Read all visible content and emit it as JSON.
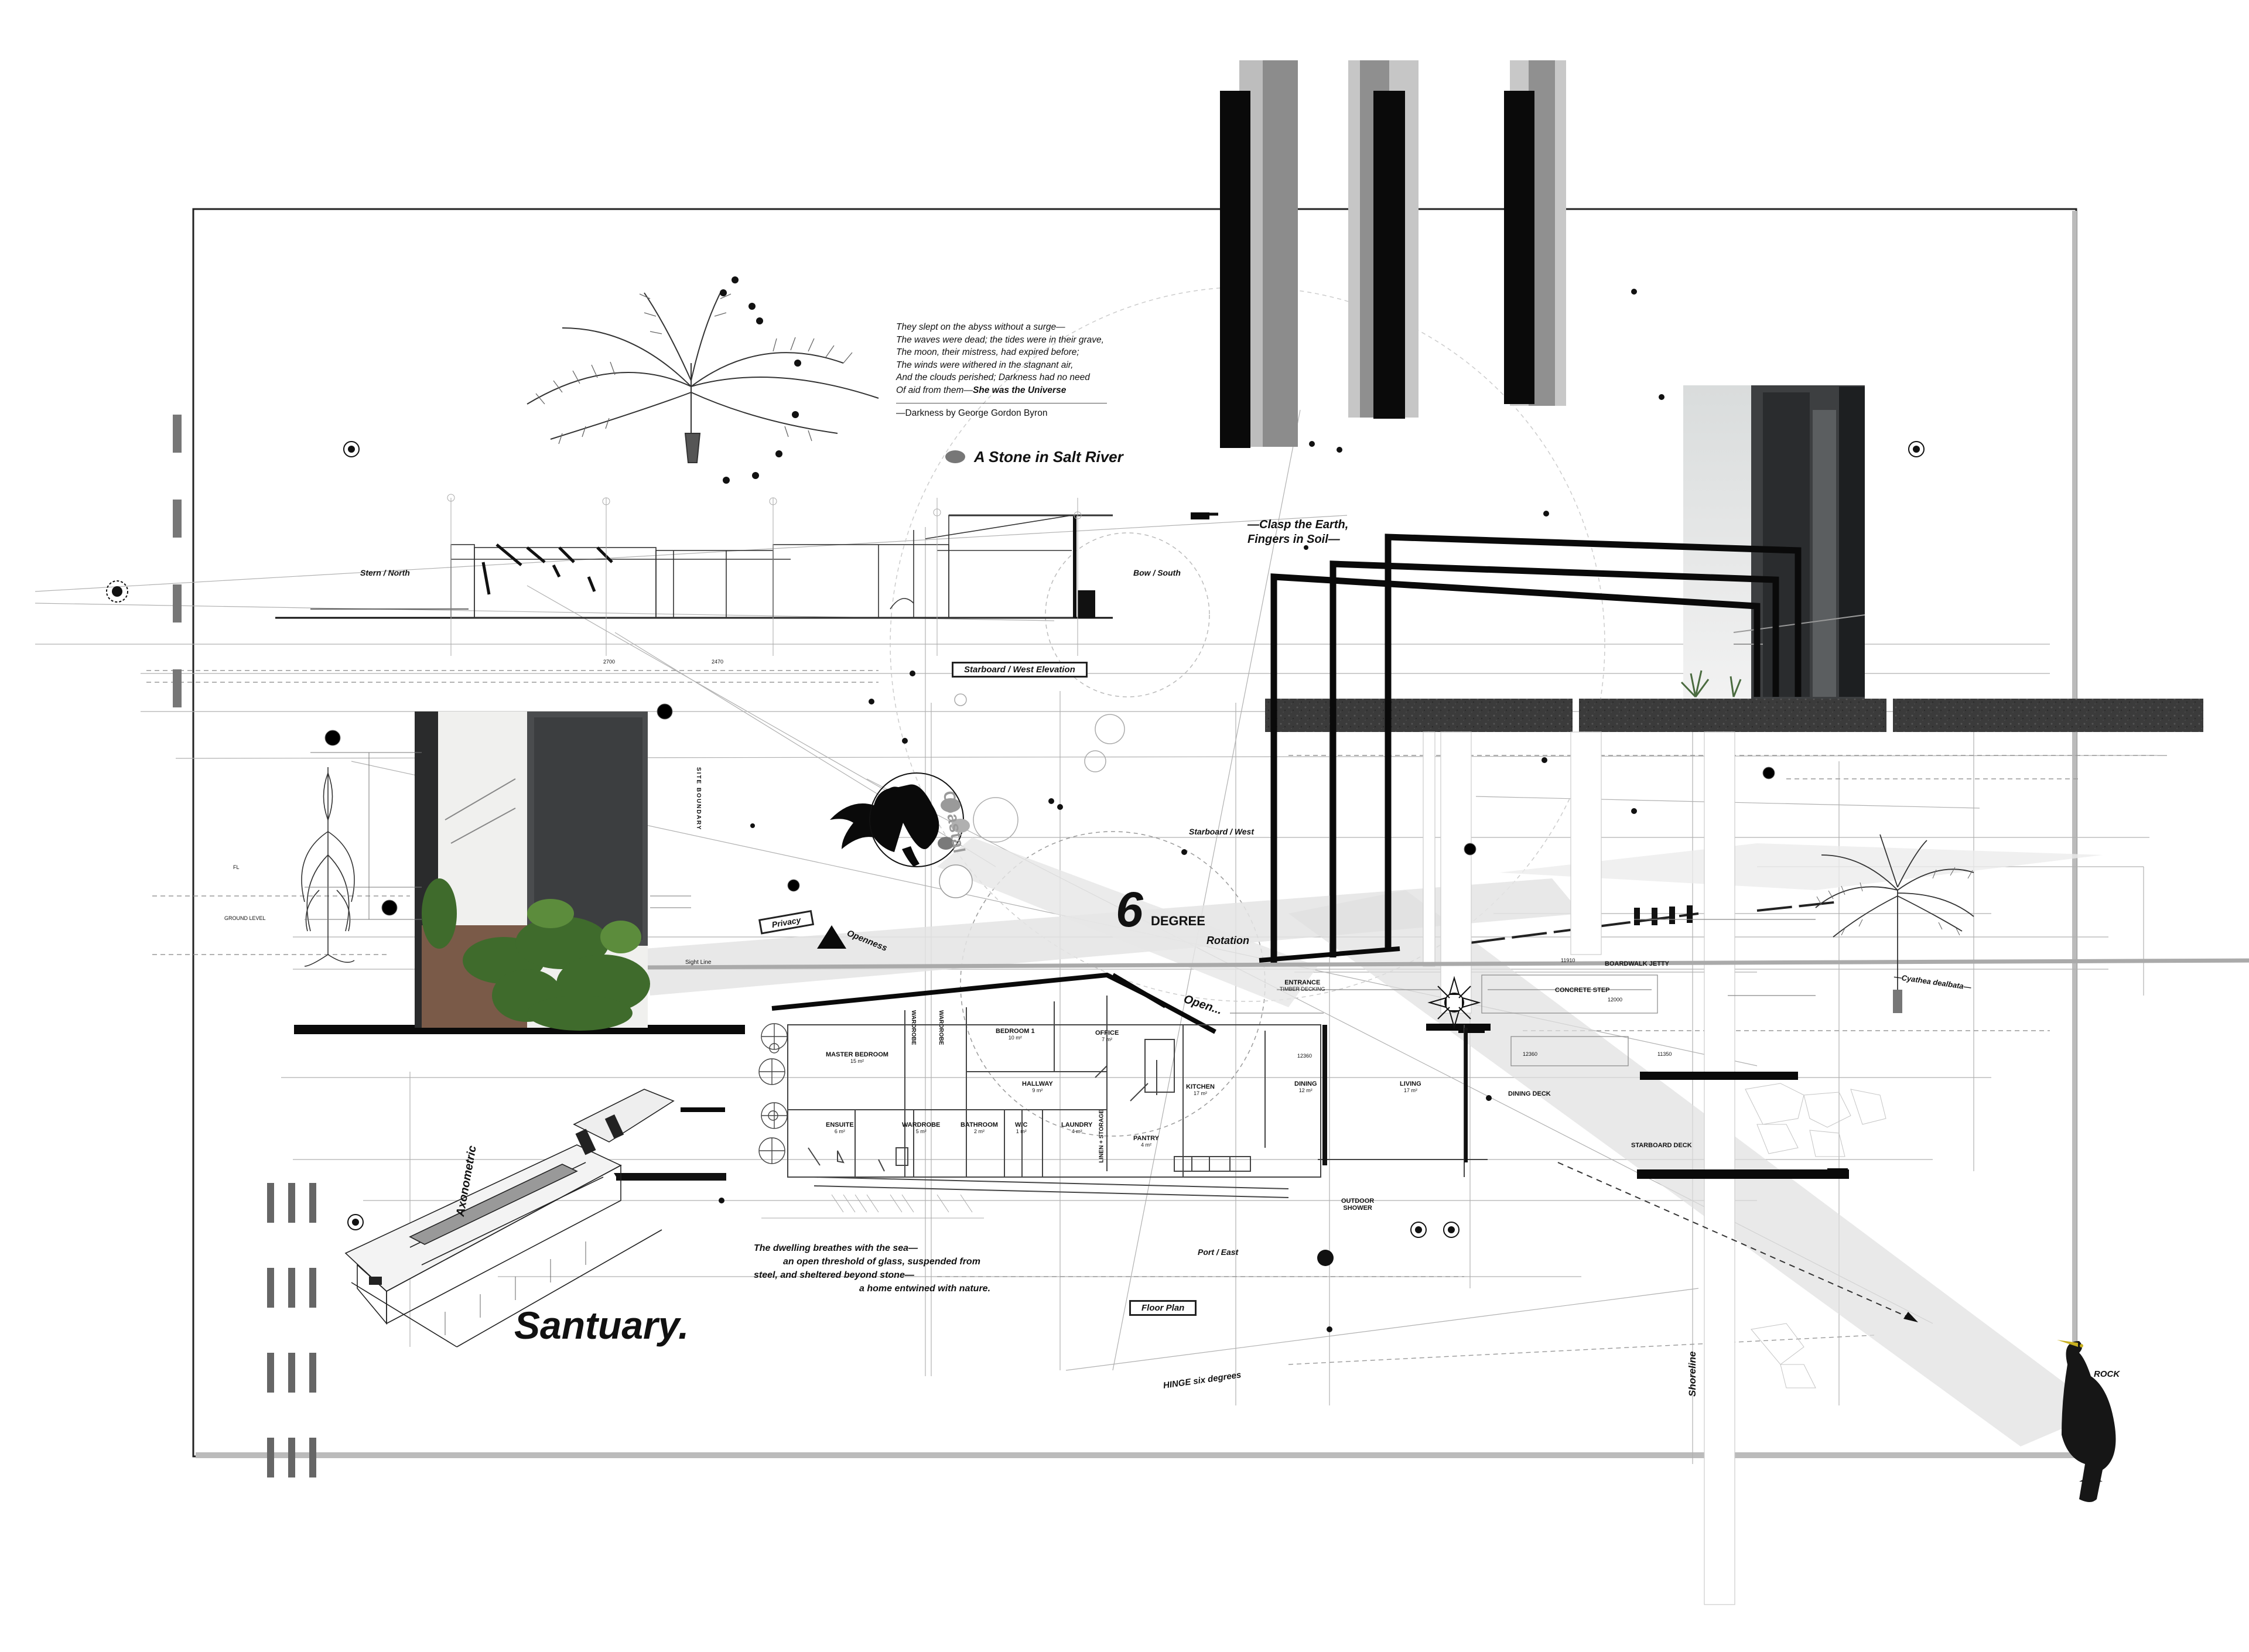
{
  "title": "Santuary.",
  "poem": {
    "lines": [
      "They slept on the abyss without a surge—",
      "The waves were dead; the tides were in their grave,",
      "The moon, their mistress, had expired before;",
      "The winds were withered in the stagnant air,",
      "And the clouds perished; Darkness had no need",
      "Of aid from them—"
    ],
    "closing": "She was the Universe",
    "credit": "—Darkness by George Gordon Byron"
  },
  "labels": {
    "stone": "A Stone in Salt River",
    "clasp_1": "—Clasp the Earth,",
    "clasp_2": "Fingers in Soil—",
    "stern": "Stern / North",
    "bow": "Bow / South",
    "elevation": "Starboard / West Elevation",
    "starboard_west": "Starboard / West",
    "degree_num": "6",
    "degree_word": "DEGREE",
    "rotation": "Rotation",
    "open": "Open...",
    "privacy": "Privacy",
    "openness": "Openness",
    "coastal": "Coastal",
    "sight_line": "Sight Line",
    "cyathea": "—Cyathea dealbata—",
    "axonometric": "Axonometric",
    "port_east": "Port / East",
    "floor_plan": "Floor Plan",
    "hinge": "HINGE six degrees",
    "shoreline": "Shoreline",
    "rock": "ROCK",
    "site_boundary": "SITE BOUNDARY",
    "ground_level": "GROUND LEVEL",
    "fl": "FL",
    "dims": [
      "2700",
      "2470"
    ]
  },
  "statement": [
    "The dwelling breathes with the sea—",
    "an open threshold of glass, suspended from",
    "steel, and sheltered beyond stone—",
    "a home entwined with nature."
  ],
  "rooms": {
    "master": {
      "name": "MASTER BEDROOM",
      "area": "15 m²"
    },
    "bedroom1": {
      "name": "BEDROOM 1",
      "area": "10 m²"
    },
    "office": {
      "name": "OFFICE",
      "area": "7 m²"
    },
    "wardrobe_v1": "WARDROBE",
    "wardrobe_v2": "WARDROBE",
    "hallway": {
      "name": "HALLWAY",
      "area": "9 m²"
    },
    "ensuite": {
      "name": "ENSUITE",
      "area": "6 m²"
    },
    "wardrobe": {
      "name": "WARDROBE",
      "area": "5 m²"
    },
    "bathroom": {
      "name": "BATHROOM",
      "area": "2 m²"
    },
    "wc": {
      "name": "W/C",
      "area": "1 m²"
    },
    "linen": "LINEN + STORAGE",
    "laundry": {
      "name": "LAUNDRY",
      "area": "4 m²"
    },
    "kitchen": {
      "name": "KITCHEN",
      "area": "17 m²"
    },
    "pantry": {
      "name": "PANTRY",
      "area": "4 m²"
    },
    "entrance": {
      "name": "ENTRANCE",
      "area": "TIMBER DECKING"
    },
    "dining": {
      "name": "DINING",
      "area": "12 m²"
    },
    "living": {
      "name": "LIVING",
      "area": "17 m²"
    },
    "dining_deck": "DINING DECK",
    "outdoor_shower": {
      "name": "OUTDOOR",
      "area": "SHOWER"
    },
    "boardwalk": "BOARDWALK JETTY",
    "concrete_step": "CONCRETE STEP",
    "starboard_deck": "STARBOARD DECK",
    "codes": [
      "11910",
      "12360",
      "12360",
      "11350",
      "12000"
    ]
  },
  "colors": {
    "ink": "#111111",
    "grey": "#8a8a8a",
    "light": "#c8c8c8",
    "stone": "#3a3a3a"
  }
}
